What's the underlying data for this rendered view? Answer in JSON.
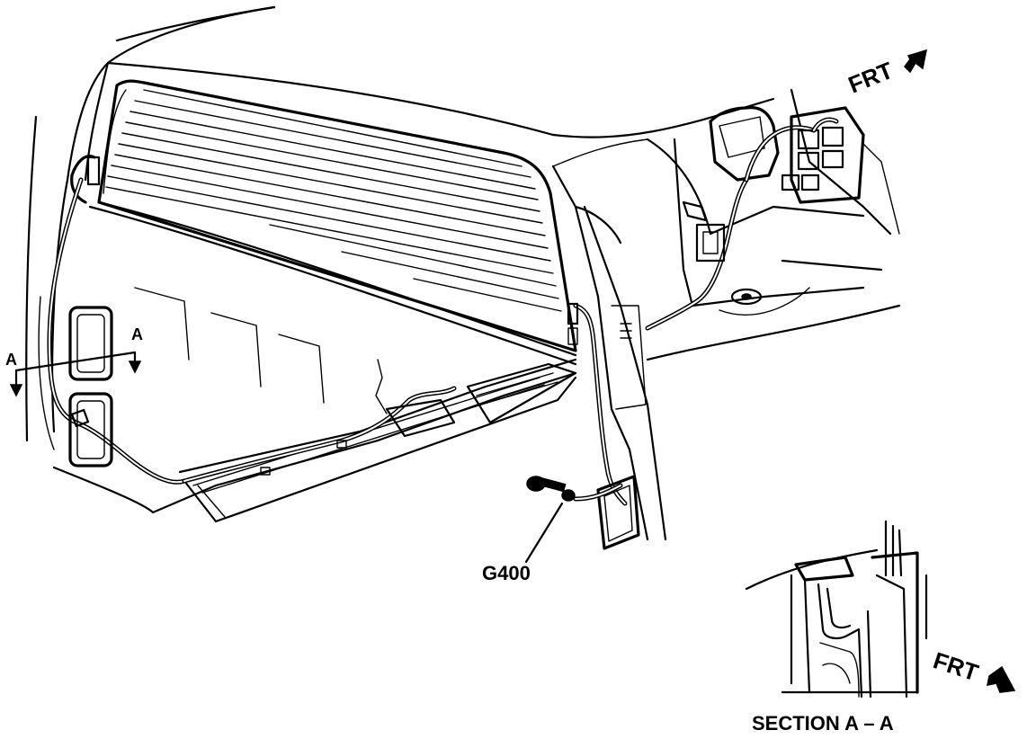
{
  "labels": {
    "front_top": "FRT",
    "front_bottom": "FRT",
    "ground": "G400",
    "section_marker_left": "A",
    "section_marker_right": "A",
    "section_caption": "SECTION A – A"
  }
}
